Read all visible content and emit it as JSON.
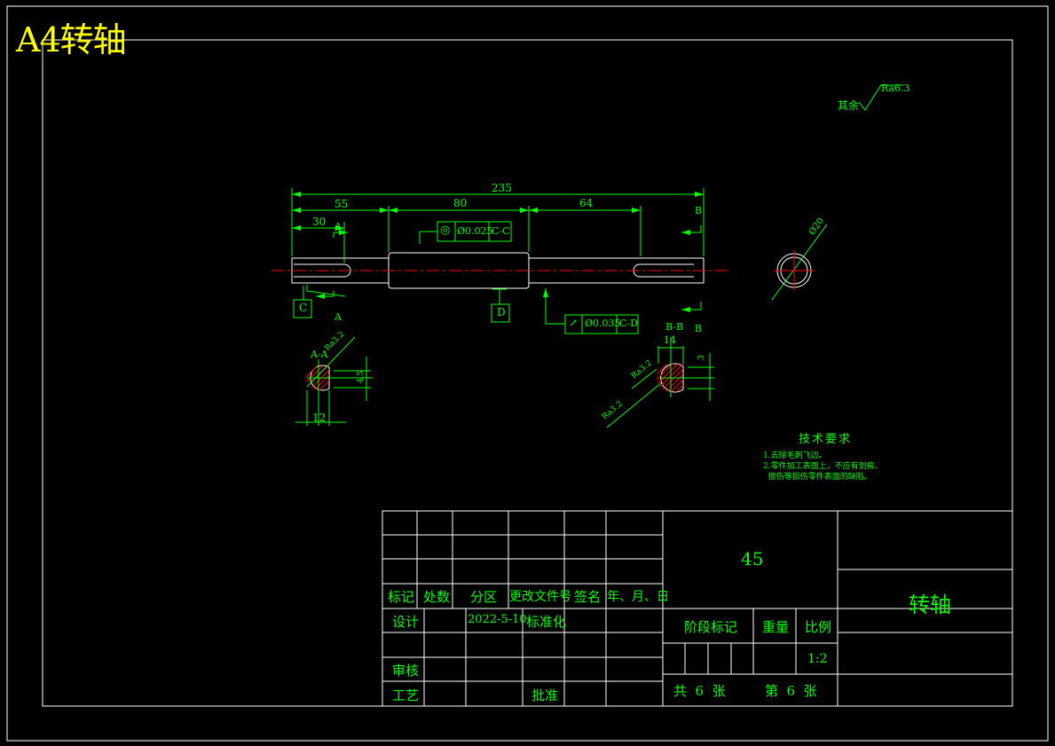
{
  "sheet_title": "A4转轴",
  "roughness_other": {
    "prefix": "其余",
    "value": "Ra6.3"
  },
  "dims": {
    "total": "235",
    "d55": "55",
    "d80": "80",
    "d64": "64",
    "d30": "30",
    "key_aa_w": "12",
    "key_bb_w": "14",
    "key_aa_depth": "4.5",
    "key_bb_depth": "3",
    "end_dia": "Ø20"
  },
  "section_marks": {
    "a": "A",
    "b": "B",
    "aa": "A-A",
    "bb": "B-B"
  },
  "datums": {
    "c": "C",
    "d": "D"
  },
  "tolerances": [
    {
      "symbol": "◎",
      "value": "Ø0.025",
      "ref": "C-C"
    },
    {
      "symbol": "↗",
      "value": "Ø0.035",
      "ref": "C-D"
    }
  ],
  "section_roughness": {
    "aa": "Ra3.2",
    "bb_top": "Ra3.2",
    "bb_bot": "Ra3.2"
  },
  "tech_requirements": {
    "title": "技术要求",
    "items": [
      "1.去除毛刺飞边。",
      "2.零件加工表面上，不应有划痕、",
      "  擦伤等损伤零件表面的缺陷。"
    ]
  },
  "title_block": {
    "headers": [
      "标记",
      "处数",
      "分区",
      "更改文件号",
      "签名",
      "年、月、日"
    ],
    "design": "设计",
    "date": "2022-5-10",
    "standardize": "标准化",
    "review": "审核",
    "process": "工艺",
    "approve": "批准",
    "material": "45",
    "stage_mark": "阶段标记",
    "weight": "重量",
    "scale_label": "比例",
    "scale": "1:2",
    "sheets_total": "共  6  张",
    "sheet_no": "第  6  张",
    "part_name": "转轴"
  },
  "colors": {
    "line": "#ffffff",
    "drawing": "#00ff00",
    "center": "#ff0000",
    "title": "#ffff00",
    "background": "#000000"
  }
}
